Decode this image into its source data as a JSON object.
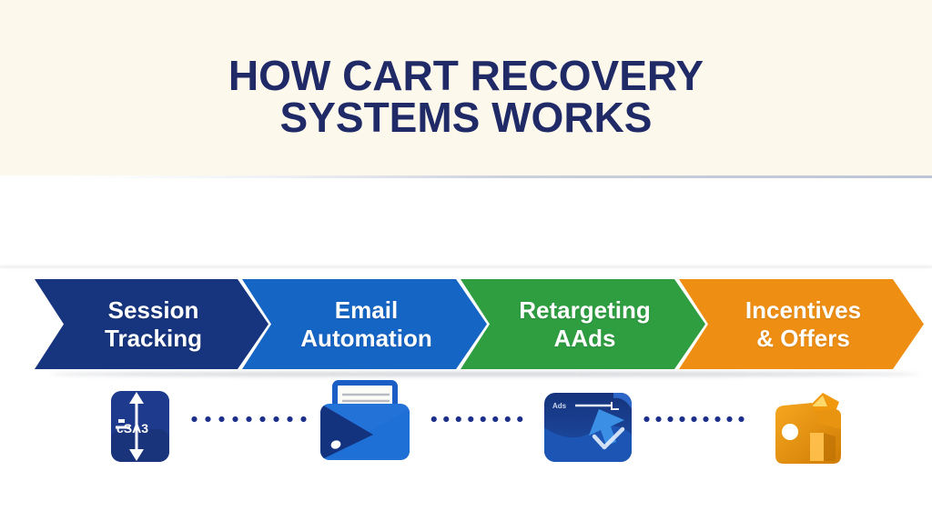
{
  "title": {
    "line1": "HOW CART RECOVERY",
    "line2": "SYSTEMS WORKS",
    "text_color": "#1f2a66",
    "background_color": "#fcf8ec"
  },
  "process": {
    "steps": [
      {
        "id": "session-tracking",
        "label_line1": "Session",
        "label_line2": "Tracking",
        "color": "#17357e"
      },
      {
        "id": "email-automation",
        "label_line1": "Email",
        "label_line2": "Automation",
        "color": "#1565c4"
      },
      {
        "id": "retargeting-ads",
        "label_line1": "Retargeting",
        "label_line2": "AAds",
        "color": "#2f9e41"
      },
      {
        "id": "incentives-offers",
        "label_line1": "Incentives",
        "label_line2": "& Offers",
        "color": "#ee8f14"
      }
    ],
    "connector_dot_color": "#1c2f8a"
  },
  "icons": {
    "session_tracking_glyph_text": "cSA3",
    "retargeting_overlay_text": "Ads",
    "session_tracking_color": "#1d3a8c",
    "email_dark_color": "#14337f",
    "email_light_color": "#1e6fd6",
    "retargeting_body_color": "#16337c",
    "offers_gold_color": "#f0980e"
  }
}
